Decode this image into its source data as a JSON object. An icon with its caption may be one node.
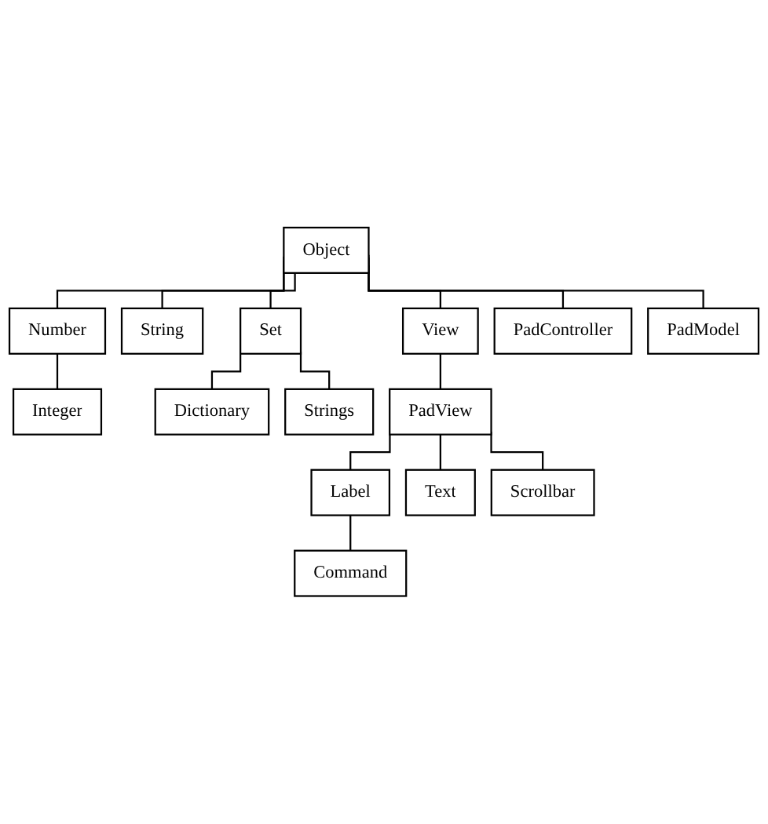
{
  "diagram": {
    "nodes": [
      {
        "text": [
          "Object"
        ]
      },
      {
        "text": [
          "Number"
        ]
      },
      {
        "text": [
          "String"
        ]
      },
      {
        "text": [
          "Set"
        ]
      },
      {
        "text": [
          "Integer"
        ]
      },
      {
        "text": [
          "Dictionary"
        ]
      },
      {
        "text": [
          "Strings"
        ]
      },
      {
        "text": [
          "View"
        ]
      },
      {
        "text": [
          "PadController"
        ]
      },
      {
        "text": [
          "PadModel"
        ]
      },
      {
        "text": [
          "PadView"
        ]
      },
      {
        "text": [
          "Label"
        ]
      },
      {
        "text": [
          "Text"
        ]
      },
      {
        "text": [
          "Scrollbar"
        ]
      },
      {
        "text": [
          "Command"
        ]
      }
    ],
    "edges": [
      {
        "from": 0,
        "to": 1,
        "arrow": "none"
      },
      {
        "from": 0,
        "to": 2,
        "arrow": "none"
      },
      {
        "from": 0,
        "to": 3,
        "arrow": "none"
      },
      {
        "from": 1,
        "to": 4,
        "arrow": "none"
      },
      {
        "from": 3,
        "to": 5,
        "arrow": "none"
      },
      {
        "from": 3,
        "to": 6,
        "arrow": "none"
      },
      {
        "from": 0,
        "to": 8,
        "arrow": "none"
      },
      {
        "from": 0,
        "to": 9,
        "arrow": "none"
      },
      {
        "from": 0,
        "to": 7,
        "arrow": "none"
      },
      {
        "from": 7,
        "to": 10,
        "arrow": "none"
      },
      {
        "from": 10,
        "to": 11,
        "arrow": "none"
      },
      {
        "from": 10,
        "to": 12,
        "arrow": "none"
      },
      {
        "from": 10,
        "to": 13,
        "arrow": "none"
      },
      {
        "from": 11,
        "to": 14,
        "arrow": "none"
      }
    ]
  }
}
